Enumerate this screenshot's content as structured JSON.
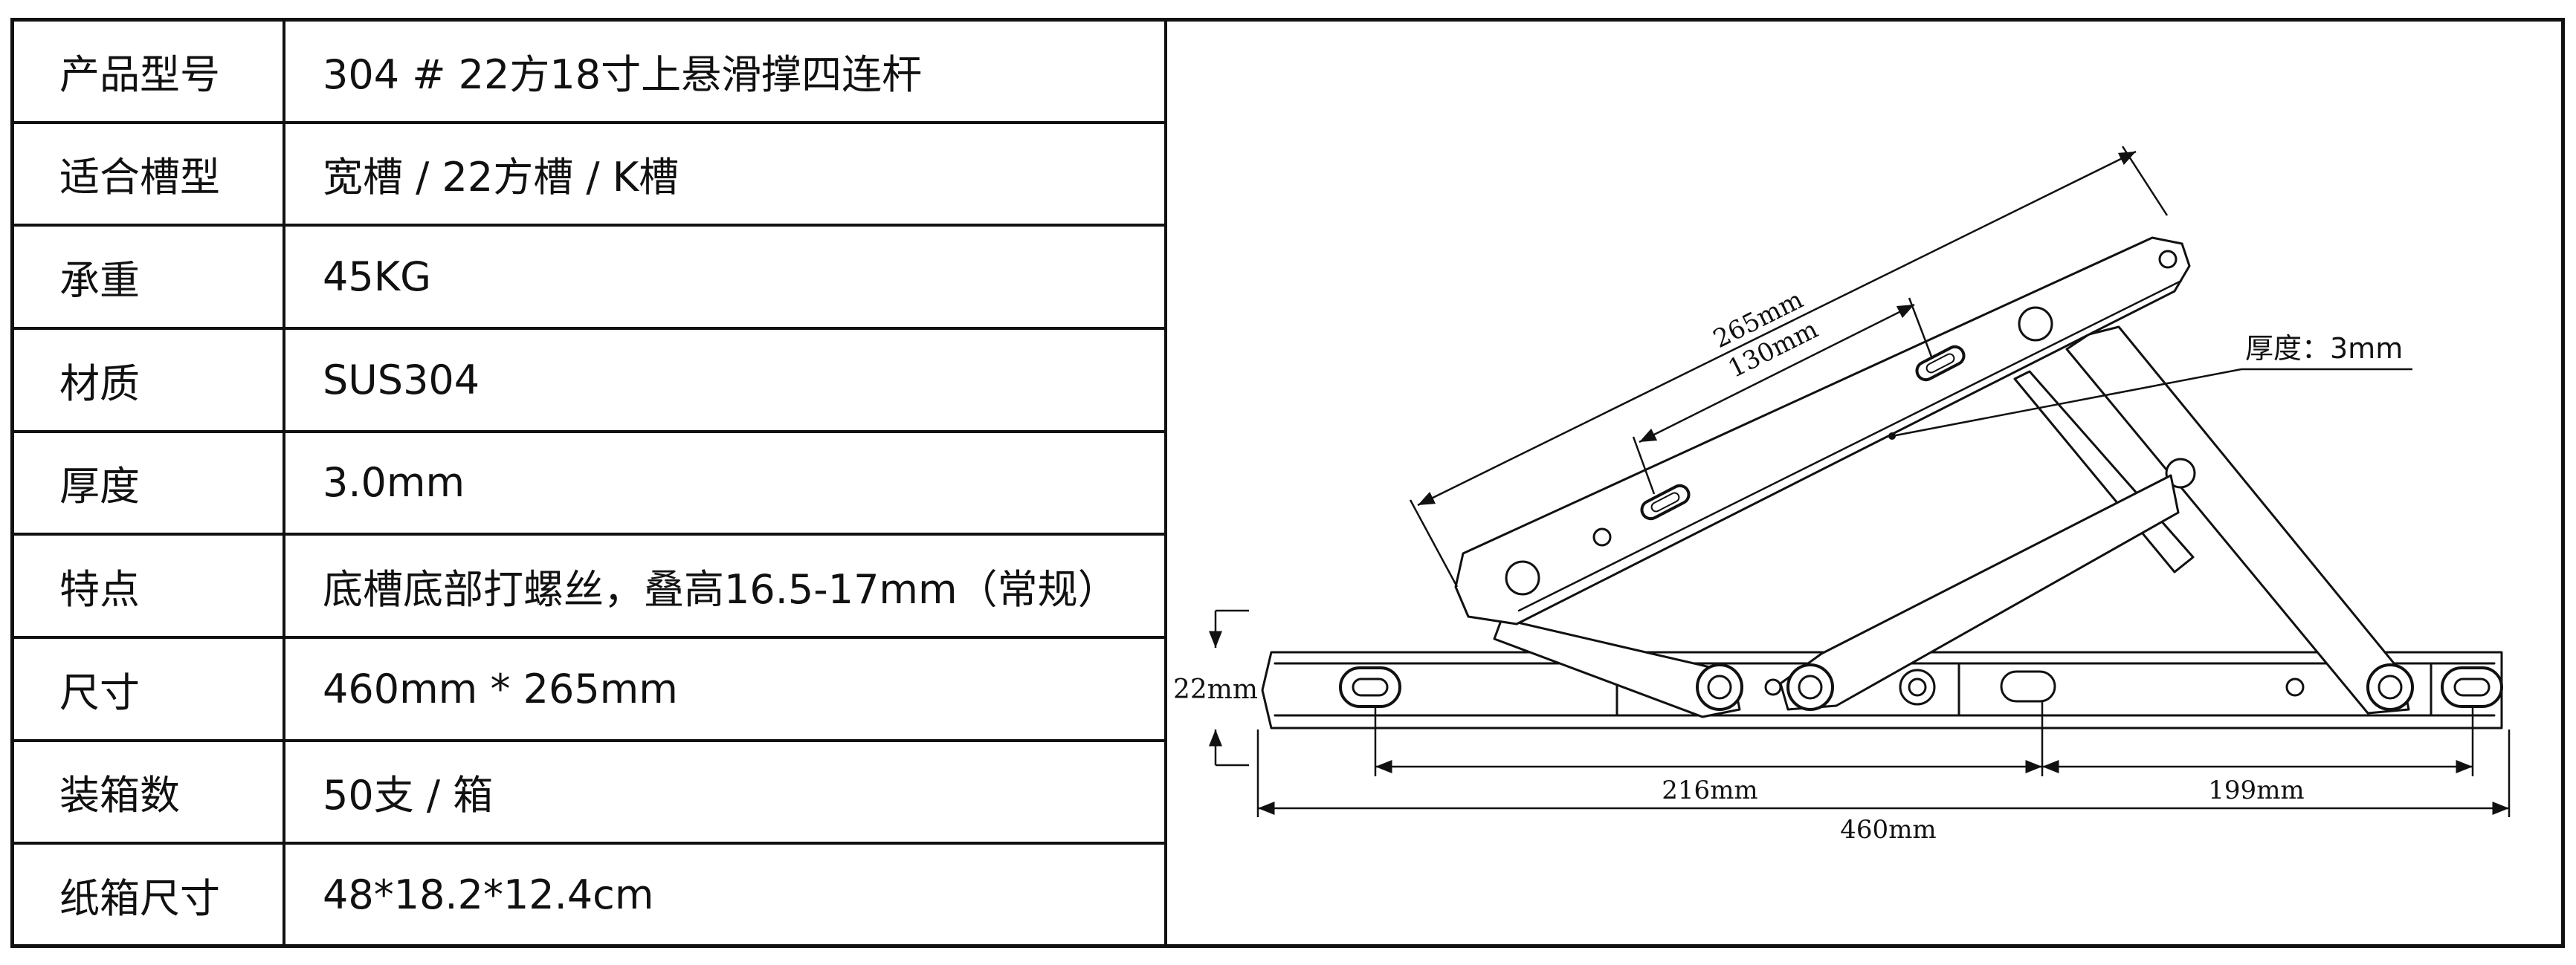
{
  "specs": [
    {
      "label": "产品型号",
      "value": "304 # 22方18寸上悬滑撑四连杆"
    },
    {
      "label": "适合槽型",
      "value": "宽槽 / 22方槽 / K槽"
    },
    {
      "label": "承重",
      "value": "45KG"
    },
    {
      "label": "材质",
      "value": "SUS304"
    },
    {
      "label": "厚度",
      "value": "3.0mm"
    },
    {
      "label": "特点",
      "value": "底槽底部打螺丝，叠高16.5-17mm（常规）"
    },
    {
      "label": "尺寸",
      "value": "460mm * 265mm"
    },
    {
      "label": "装箱数",
      "value": "50支 / 箱"
    },
    {
      "label": "纸箱尺寸",
      "value": "48*18.2*12.4cm"
    }
  ],
  "drawing": {
    "dim_arm_length": "265mm",
    "dim_arm_hole": "130mm",
    "thickness_note": "厚度：3mm",
    "dim_height": "22mm",
    "dim_left_span": "216mm",
    "dim_right_span": "199mm",
    "dim_total": "460mm"
  }
}
